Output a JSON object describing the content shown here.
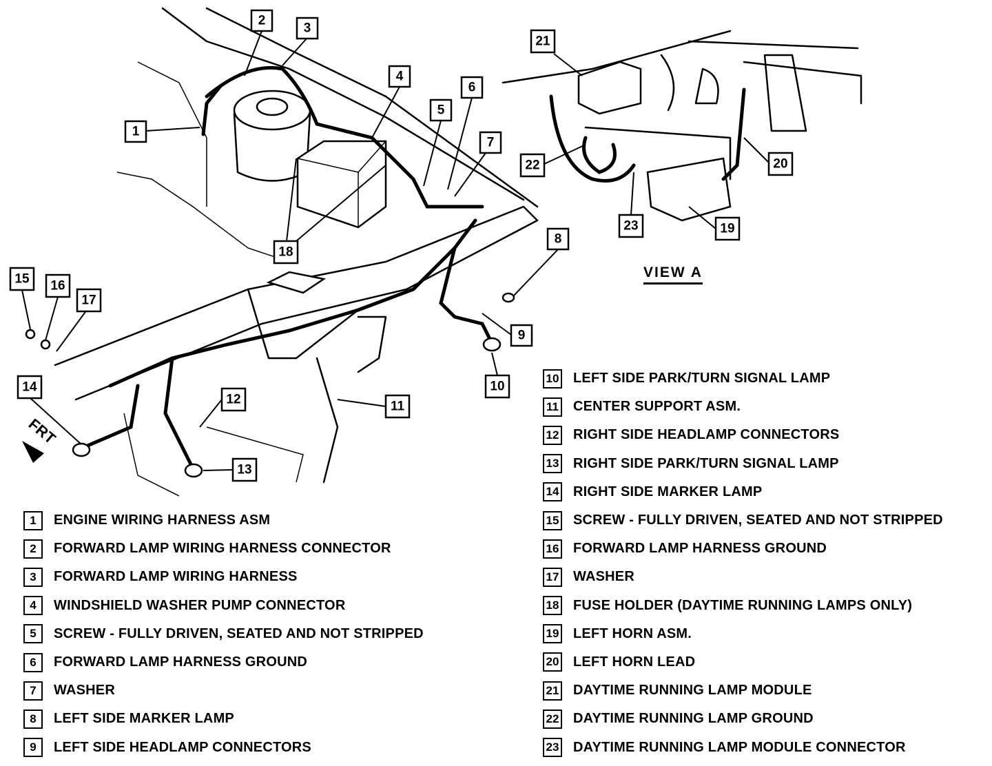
{
  "view_label": "VIEW A",
  "front_label": "FRT",
  "callouts": [
    "1",
    "2",
    "3",
    "4",
    "5",
    "6",
    "7",
    "8",
    "9",
    "10",
    "11",
    "12",
    "13",
    "14",
    "15",
    "16",
    "17",
    "18",
    "19",
    "20",
    "21",
    "22",
    "23"
  ],
  "legend": [
    {
      "num": "1",
      "text": "ENGINE WIRING HARNESS ASM"
    },
    {
      "num": "2",
      "text": "FORWARD LAMP WIRING HARNESS CONNECTOR"
    },
    {
      "num": "3",
      "text": "FORWARD LAMP WIRING HARNESS"
    },
    {
      "num": "4",
      "text": "WINDSHIELD WASHER PUMP CONNECTOR"
    },
    {
      "num": "5",
      "text": "SCREW - FULLY DRIVEN, SEATED AND NOT STRIPPED"
    },
    {
      "num": "6",
      "text": "FORWARD LAMP HARNESS GROUND"
    },
    {
      "num": "7",
      "text": "WASHER"
    },
    {
      "num": "8",
      "text": "LEFT SIDE MARKER LAMP"
    },
    {
      "num": "9",
      "text": "LEFT SIDE HEADLAMP CONNECTORS"
    },
    {
      "num": "10",
      "text": "LEFT SIDE PARK/TURN SIGNAL LAMP"
    },
    {
      "num": "11",
      "text": "CENTER SUPPORT ASM."
    },
    {
      "num": "12",
      "text": "RIGHT SIDE HEADLAMP CONNECTORS"
    },
    {
      "num": "13",
      "text": "RIGHT SIDE PARK/TURN SIGNAL LAMP"
    },
    {
      "num": "14",
      "text": "RIGHT SIDE MARKER LAMP"
    },
    {
      "num": "15",
      "text": "SCREW - FULLY DRIVEN, SEATED AND NOT STRIPPED"
    },
    {
      "num": "16",
      "text": "FORWARD LAMP HARNESS GROUND"
    },
    {
      "num": "17",
      "text": "WASHER"
    },
    {
      "num": "18",
      "text": "FUSE HOLDER (DAYTIME RUNNING LAMPS ONLY)"
    },
    {
      "num": "19",
      "text": "LEFT HORN ASM."
    },
    {
      "num": "20",
      "text": "LEFT HORN LEAD"
    },
    {
      "num": "21",
      "text": "DAYTIME RUNNING LAMP MODULE"
    },
    {
      "num": "22",
      "text": "DAYTIME RUNNING LAMP GROUND"
    },
    {
      "num": "23",
      "text": "DAYTIME RUNNING LAMP MODULE CONNECTOR"
    }
  ]
}
